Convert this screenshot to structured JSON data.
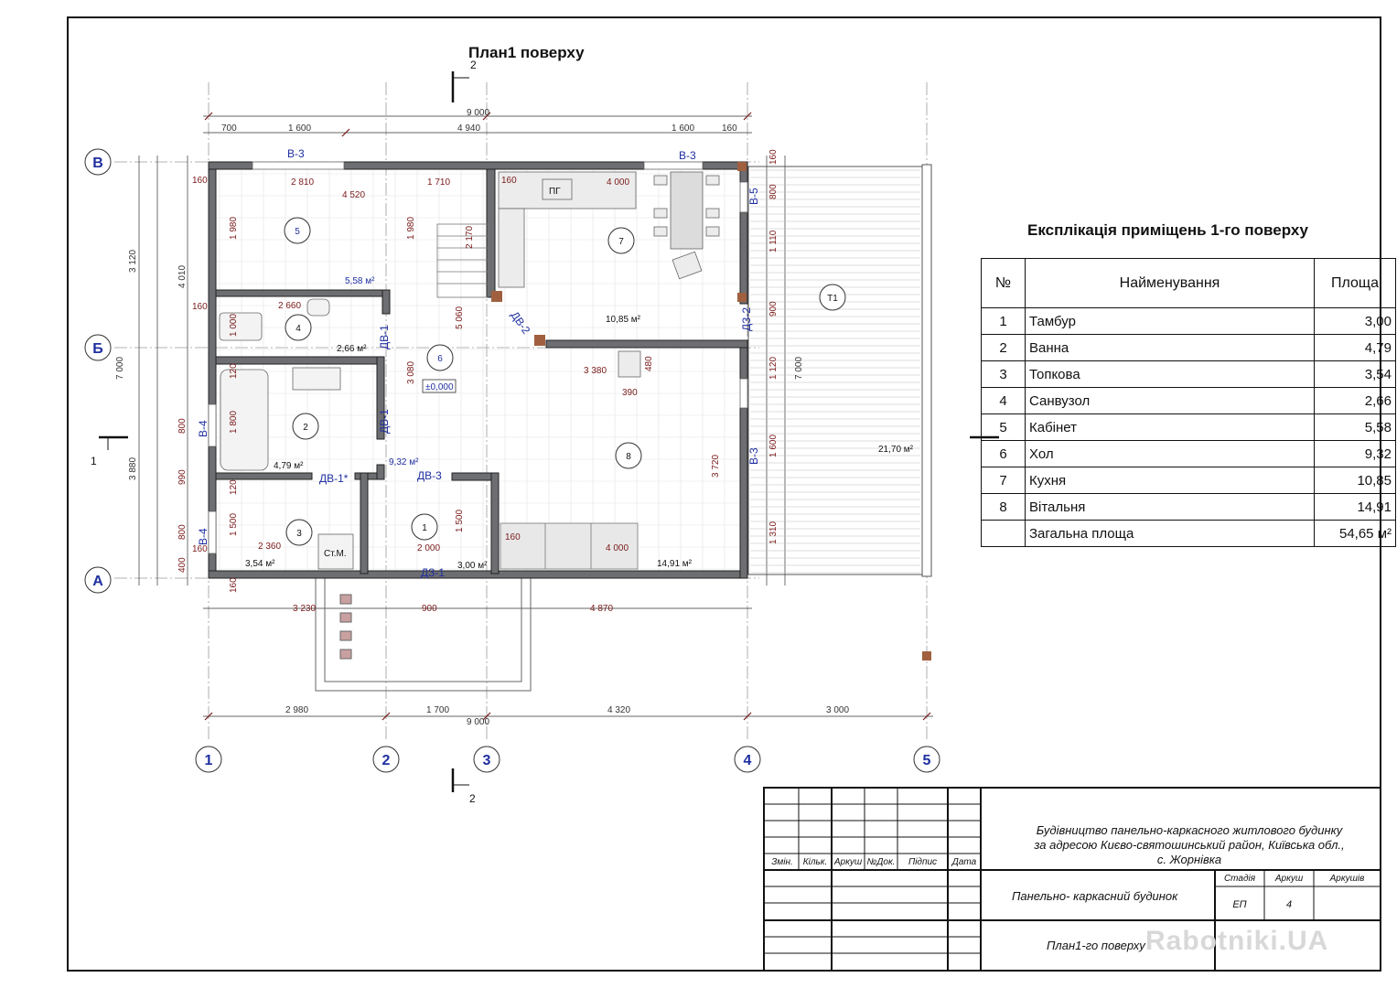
{
  "plan_title": "План1 поверху",
  "section_label": "2",
  "section_left": "1",
  "axes_letters": [
    "В",
    "Б",
    "А"
  ],
  "axes_numbers": [
    "1",
    "2",
    "3",
    "4",
    "5"
  ],
  "total_dims": {
    "top": "9 000",
    "bottom": "9 000",
    "left": "7 000",
    "right": "7 000"
  },
  "dims_top_row": [
    "700",
    "1 600",
    "4 940",
    "1 600",
    "160"
  ],
  "dims_bottom_row": [
    "2 980",
    "1 700",
    "4 320",
    "3 000"
  ],
  "dims_lower": [
    "3 230",
    "900",
    "4 870",
    "160"
  ],
  "dims_left": [
    "3 120",
    "3 880",
    "4 010",
    "160",
    "1 980",
    "160",
    "1 000",
    "120",
    "1 800",
    "120",
    "1 500",
    "160",
    "800",
    "990",
    "800",
    "400",
    "160"
  ],
  "rooms": [
    {
      "num": "1",
      "area": "3,00 м²"
    },
    {
      "num": "2",
      "area": "4,79 м²"
    },
    {
      "num": "3",
      "area": "3,54 м²"
    },
    {
      "num": "4",
      "area": "2,66 м²"
    },
    {
      "num": "5",
      "area": "5,58 м²"
    },
    {
      "num": "6",
      "area": "9,32 м²"
    },
    {
      "num": "7",
      "area": "10,85 м²"
    },
    {
      "num": "8",
      "area": "14,91 м²"
    },
    {
      "num": "Т1",
      "area": "21,70 м²"
    }
  ],
  "level_mark": "±0,000",
  "openings": [
    "В-3",
    "В-3",
    "В-5",
    "В-4",
    "В-4",
    "В-3",
    "ДВ-1",
    "ДВ-1",
    "ДВ-1*",
    "ДВ-2",
    "ДВ-3",
    "ДЗ-1",
    "ДЗ-2"
  ],
  "fixtures": [
    "ПГ",
    "Ст.М."
  ],
  "inner_dims": [
    "2 810",
    "4 520",
    "1 710",
    "160",
    "4 000",
    "2 660",
    "2 170",
    "1 980",
    "5 060",
    "3 080",
    "3 380",
    "480",
    "390",
    "3 720",
    "2 360",
    "2 000",
    "1 500",
    "4 000",
    "160",
    "1 110",
    "900",
    "1 120",
    "1 600",
    "1 310",
    "800",
    "160"
  ],
  "explication": {
    "title": "Експлікація приміщень 1-го поверху",
    "headers": {
      "no": "№",
      "name": "Найменування",
      "area": "Площа"
    },
    "rows": [
      {
        "no": "1",
        "name": "Тамбур",
        "area": "3,00"
      },
      {
        "no": "2",
        "name": "Ванна",
        "area": "4,79"
      },
      {
        "no": "3",
        "name": "Топкова",
        "area": "3,54"
      },
      {
        "no": "4",
        "name": "Санвузол",
        "area": "2,66"
      },
      {
        "no": "5",
        "name": "Кабінет",
        "area": "5,58"
      },
      {
        "no": "6",
        "name": "Хол",
        "area": "9,32"
      },
      {
        "no": "7",
        "name": "Кухня",
        "area": "10,85"
      },
      {
        "no": "8",
        "name": "Вітальня",
        "area": "14,91"
      }
    ],
    "total": {
      "name": "Загальна площа",
      "area": "54,65 м²"
    }
  },
  "stamp": {
    "headers": [
      "Змін.",
      "Кільк.",
      "Аркуш",
      "№Док.",
      "Підпис",
      "Дата"
    ],
    "project_line1": "Будівництво панельно-каркасного житлового будинку",
    "project_line2": "за адресою Києво-святошинський район, Київська обл.,",
    "project_line3": "с. Жорнівка",
    "building": "Панельно- каркасний будинок",
    "stage_label": "Стадія",
    "sheet_label": "Аркуш",
    "sheets_label": "Аркушів",
    "stage_value": "ЕП",
    "sheet_value": "4",
    "drawing": "План1-го поверху"
  },
  "watermark": "Rabotniki.UA"
}
